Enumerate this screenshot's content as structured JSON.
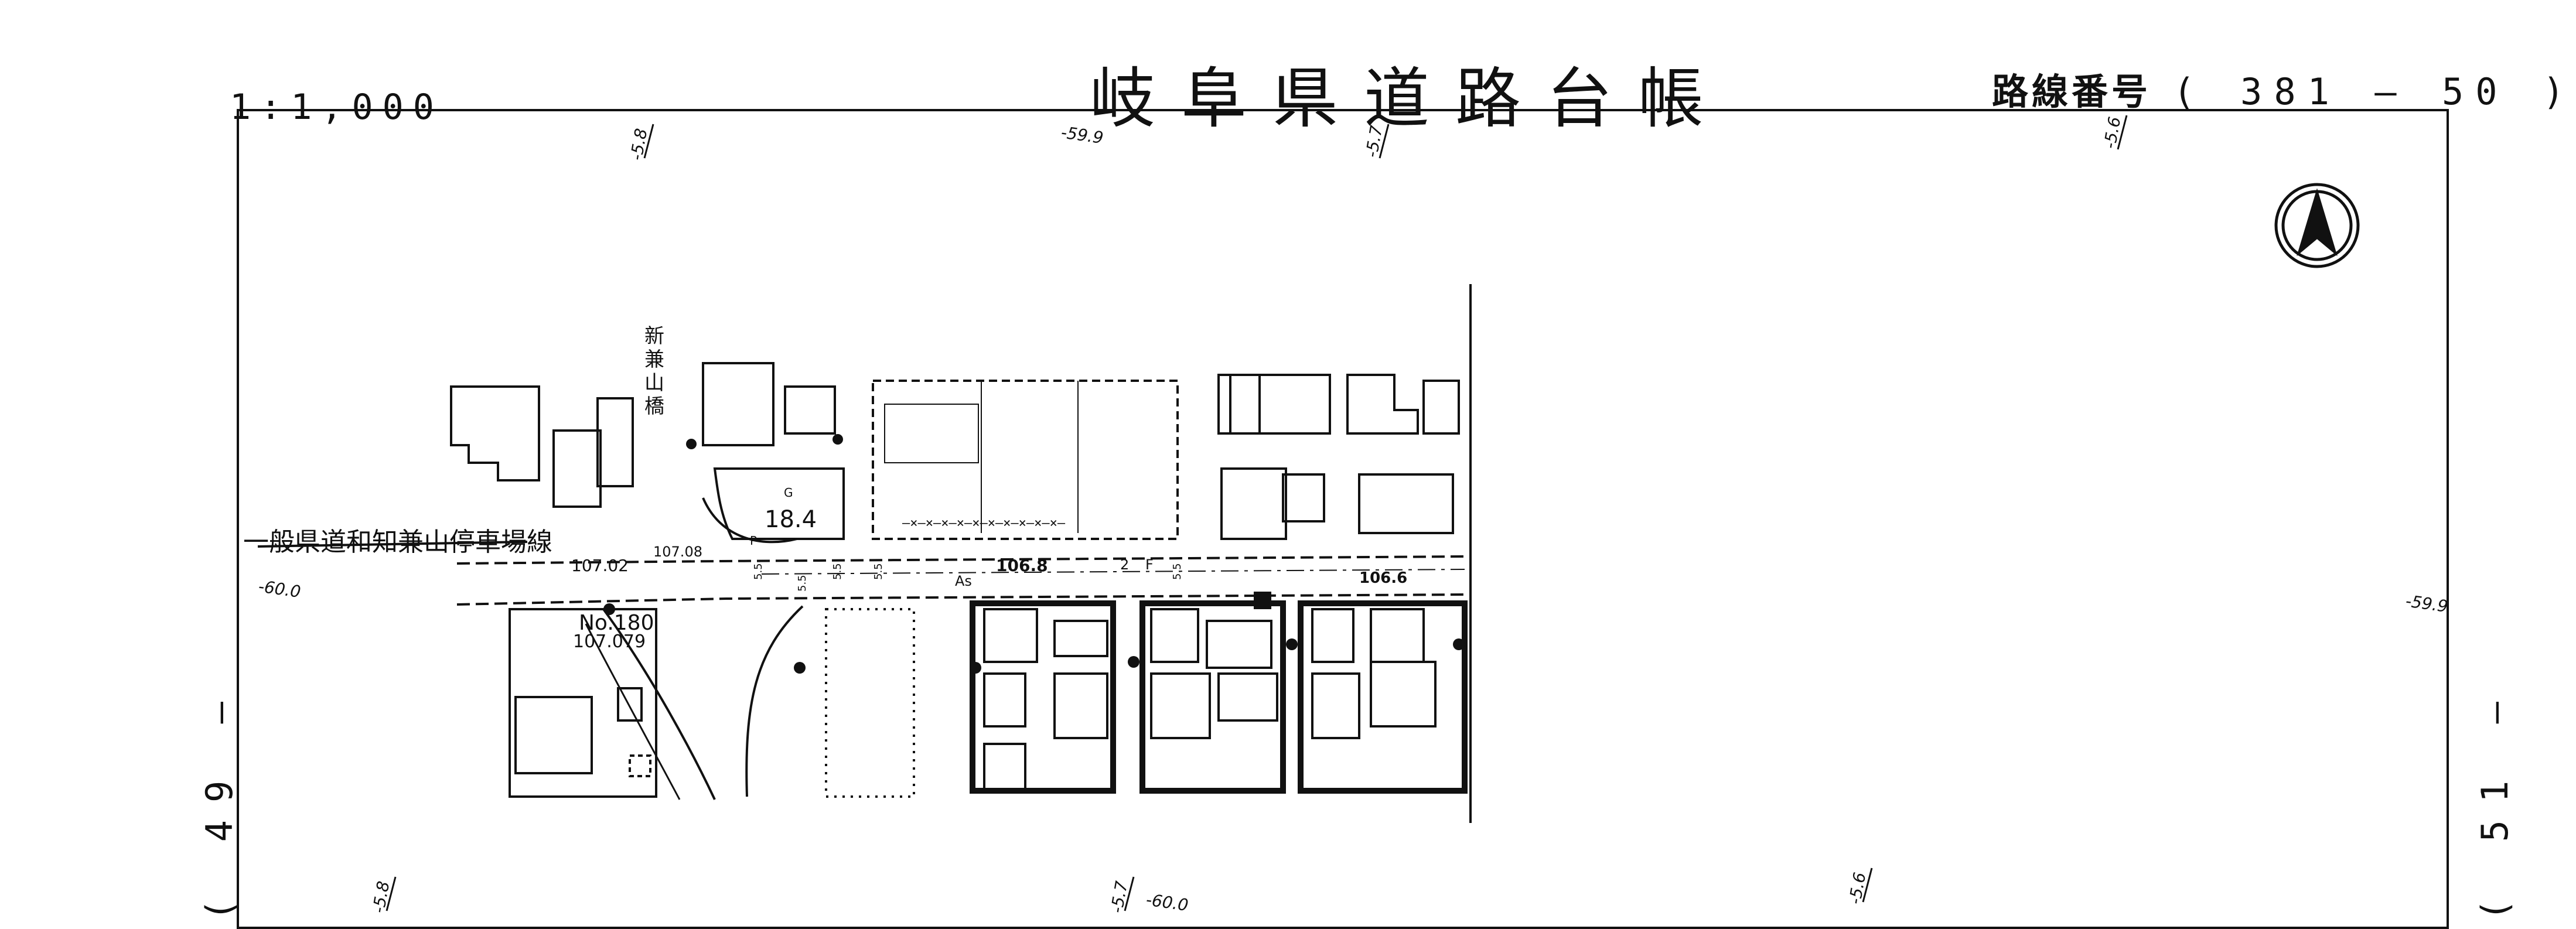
{
  "header": {
    "title": "岐阜県道路台帳",
    "scale": "1:1,000",
    "route_label": "路線番号",
    "route_number": "( 381 — 50 )"
  },
  "sheets": {
    "left": "( 49 —",
    "right": "( 51 —"
  },
  "map": {
    "road_name": "一般県道和知兼山停車場線",
    "bridge_name": "新兼山橋",
    "station": "No.180",
    "station_elevation": "107.079",
    "elevations": [
      "107.02",
      "107.08",
      "106.8",
      "106.6",
      "18.4"
    ],
    "contours": [
      "-5.8",
      "-59.9",
      "-5.7",
      "-5.6",
      "-60.0",
      "-59.9",
      "-5.8",
      "-5.7",
      "-60.0",
      "-5.6"
    ],
    "marks": {
      "as": "As",
      "p": "P",
      "g": "G",
      "two": "2",
      "f": "F",
      "widths": [
        "5.5",
        "5.5",
        "5.5",
        "5.5",
        "5.5"
      ]
    }
  }
}
